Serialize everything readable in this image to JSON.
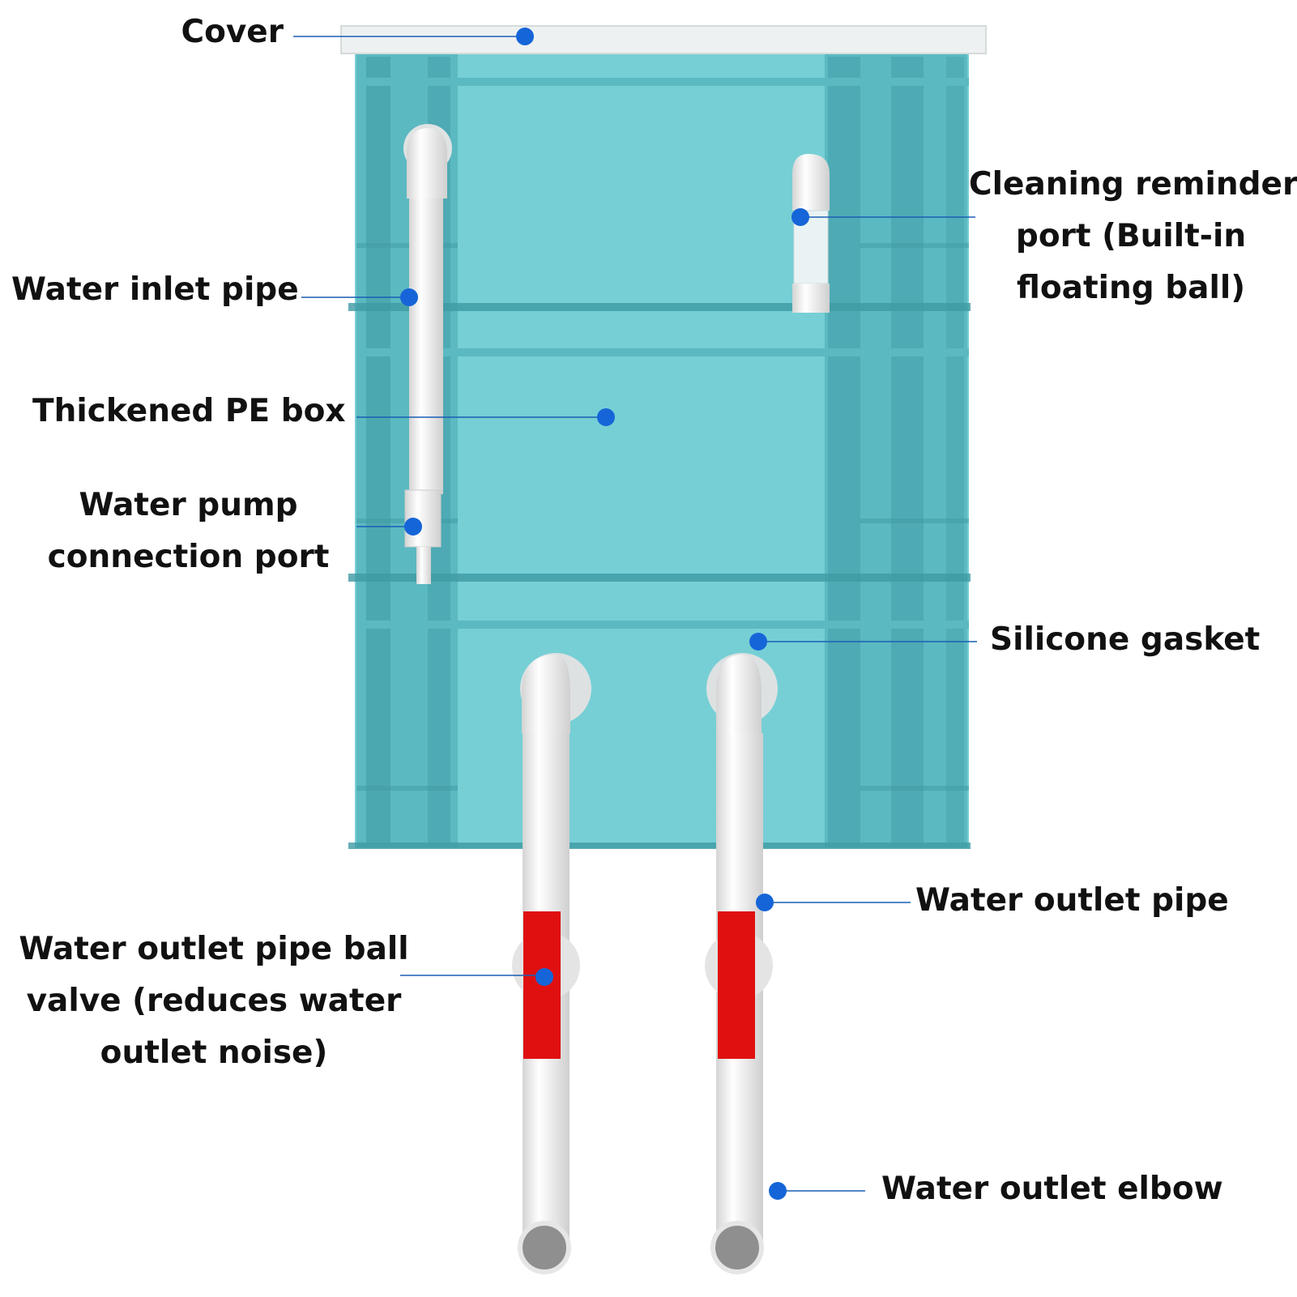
{
  "colors": {
    "box_fill": "#76cfd5",
    "box_rib": "#5bb9c1",
    "box_dark": "#3f9aa3",
    "cover": "#eef1f2",
    "pipe": "#f3f3f3",
    "pipe_shade": "#d2d2d2",
    "valve": "#e01010",
    "leader_line": "#1a5fb4",
    "marker_dot": "#1565d8"
  },
  "labels": {
    "cover": "Cover",
    "water_inlet_pipe": "Water inlet pipe",
    "thickened_pe_box": "Thickened PE box",
    "water_pump_port": [
      "Water pump",
      "connection port"
    ],
    "cleaning_reminder_port": [
      "Cleaning reminder",
      "port (Built-in",
      "floating ball)"
    ],
    "silicone_gasket": "Silicone gasket",
    "water_outlet_pipe": "Water outlet pipe",
    "ball_valve": [
      "Water outlet pipe ball",
      "valve (reduces water",
      "outlet noise)"
    ],
    "water_outlet_elbow": "Water outlet elbow"
  }
}
